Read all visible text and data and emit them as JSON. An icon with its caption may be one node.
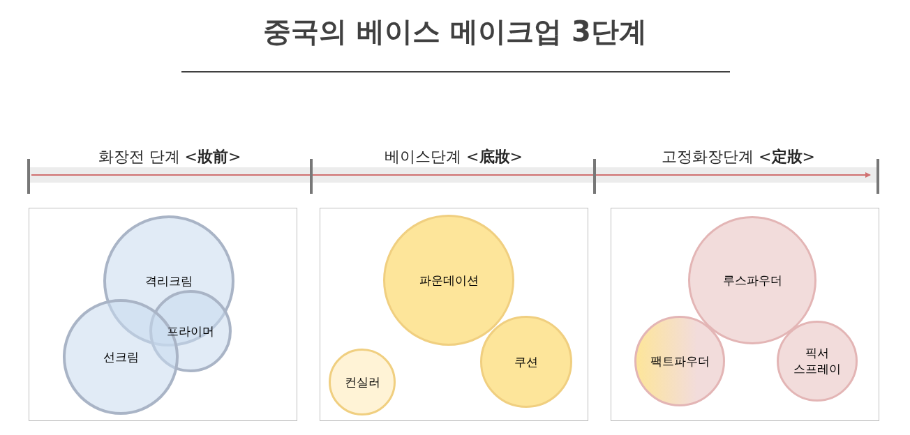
{
  "diagram": {
    "title": "중국의 베이스 메이크업 3단계",
    "nodes": [
      {
        "text": [],
        "shape": "box"
      },
      {
        "text": [
          "격리크림"
        ],
        "in": 0
      },
      {
        "text": [
          "프라이머"
        ],
        "in": 0
      },
      {
        "text": [
          "선크림"
        ],
        "in": 0
      },
      {
        "text": [],
        "shape": "box"
      },
      {
        "text": [
          "파운데이션"
        ],
        "in": 4
      },
      {
        "text": [
          "쿠션"
        ],
        "in": 4
      },
      {
        "text": [
          "컨실러"
        ],
        "in": 4
      },
      {
        "text": [],
        "shape": "box"
      },
      {
        "text": [
          "루스파우더"
        ],
        "in": 8
      },
      {
        "text": [
          "팩트파우더"
        ],
        "in": 8
      },
      {
        "text": [
          "픽서 스프레이"
        ],
        "in": 8
      }
    ],
    "edges": [],
    "labels": [
      "화장전 단계 <**妝前**>",
      "베이스단계 <**底妝**>",
      "고정화장단계 <**定妝**>"
    ]
  }
}
